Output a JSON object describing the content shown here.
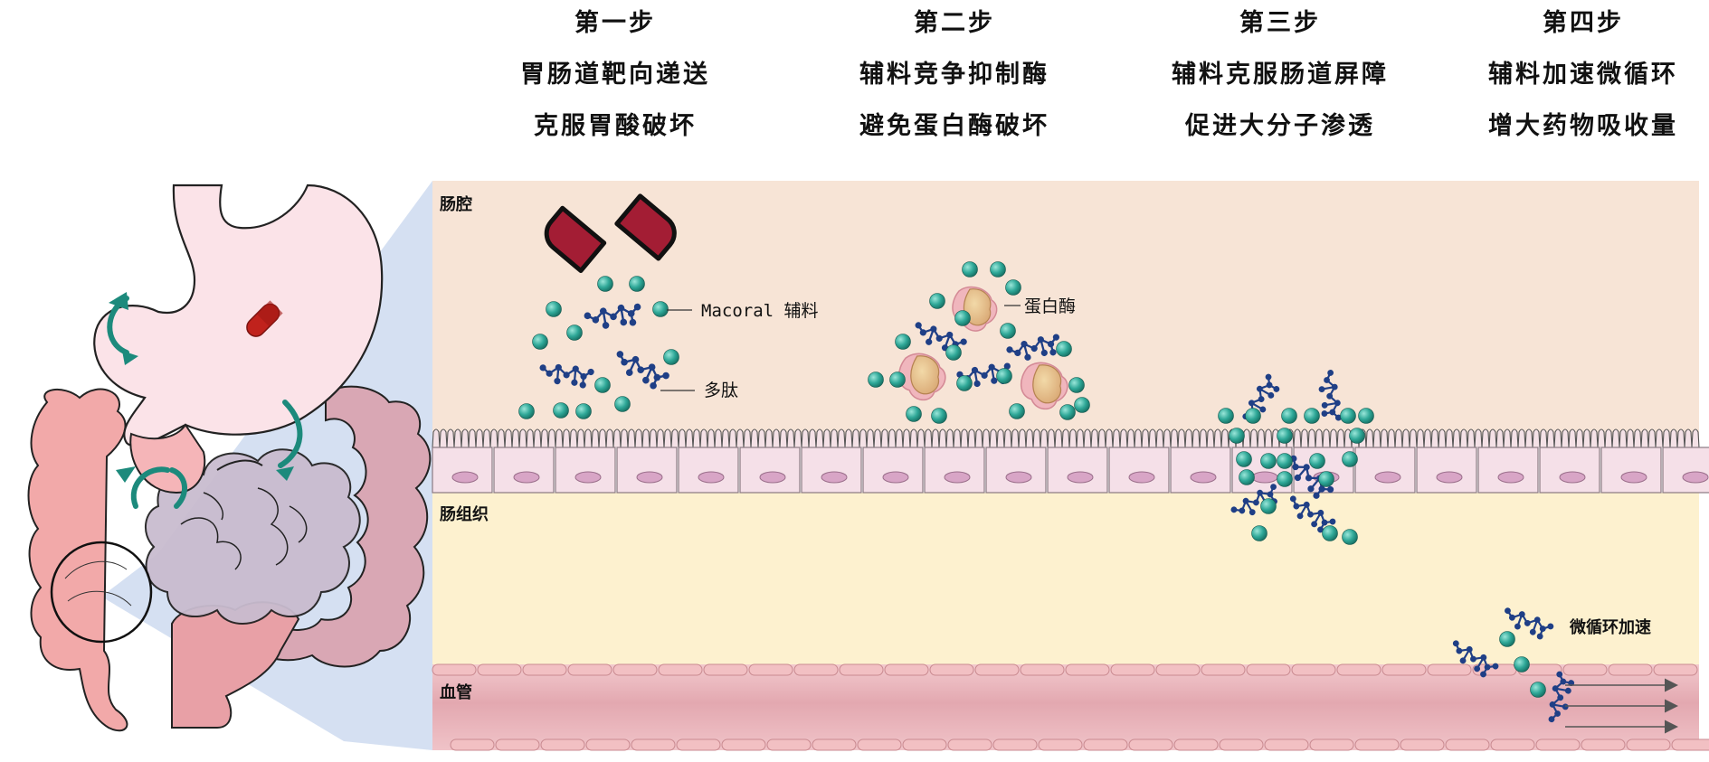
{
  "steps": [
    {
      "title": "第一步",
      "line1": "胃肠道靶向递送",
      "line2": "克服胃酸破坏"
    },
    {
      "title": "第二步",
      "line1": "辅料竞争抑制酶",
      "line2": "避免蛋白酶破坏"
    },
    {
      "title": "第三步",
      "line1": "辅料克服肠道屏障",
      "line2": "促进大分子渗透"
    },
    {
      "title": "第四步",
      "line1": "辅料加速微循环",
      "line2": "增大药物吸收量"
    }
  ],
  "regions": {
    "lumen": "肠腔",
    "tissue": "肠组织",
    "vessel": "血管"
  },
  "annotations": {
    "excipient": "Macoral 辅料",
    "peptide": "多肽",
    "protease": "蛋白酶",
    "microcirculation": "微循环加速"
  },
  "colors": {
    "lumen_bg": "#f7e4d6",
    "tissue_bg": "#fdf1cf",
    "vessel_bg": "#e8b9bf",
    "excipient": "#2fa898",
    "peptide": "#1f3f86",
    "capsule": "#a31d34",
    "arrow_teal": "#1c8a7c"
  }
}
